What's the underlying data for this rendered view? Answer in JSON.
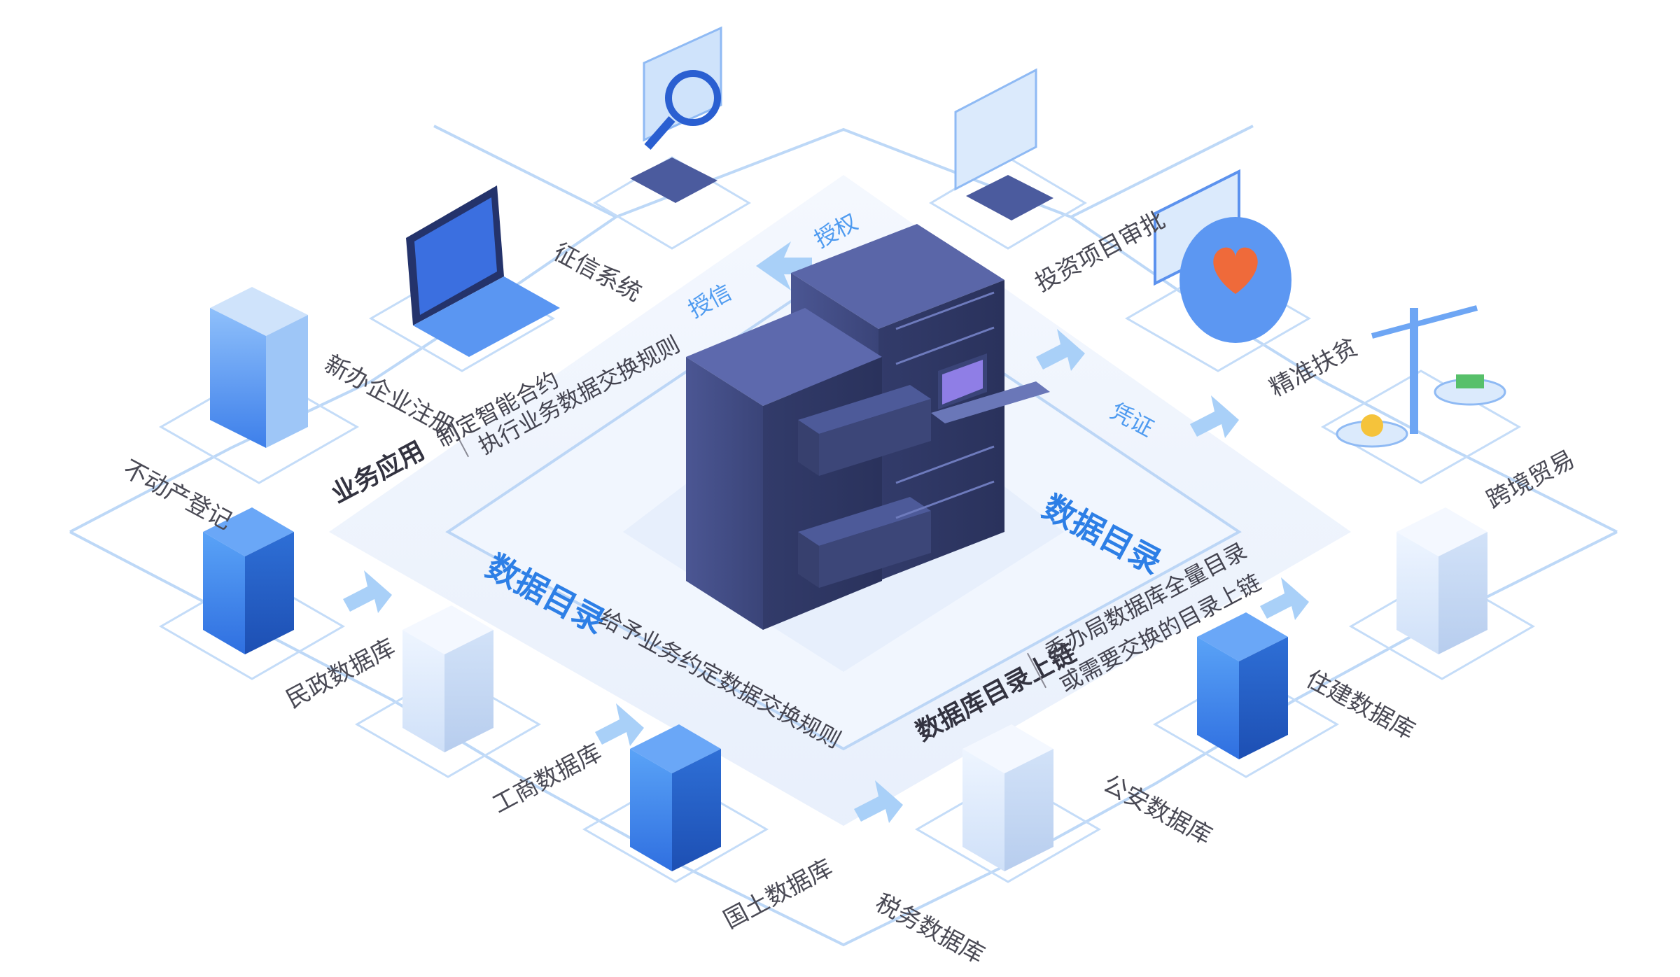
{
  "nodes": {
    "zhengxin": "征信系统",
    "touzi": "投资项目审批",
    "xinban": "新办企业注册",
    "jingzhun": "精准扶贫",
    "budongchan": "不动产登记",
    "kuajing": "跨境贸易",
    "minzheng": "民政数据库",
    "zhujian": "住建数据库",
    "gongshang": "工商数据库",
    "gongan": "公安数据库",
    "guotu": "国土数据库",
    "shuiwu": "税务数据库"
  },
  "flow": {
    "shouxin": "授信",
    "shouquan": "授权",
    "pingzheng": "凭证"
  },
  "business": {
    "title": "业务应用",
    "line1": "制定智能合约",
    "line2": "执行业务数据交换规则"
  },
  "catalog": {
    "title_left": "数据目录",
    "title_right": "数据目录",
    "rule_a": "给予业务约定",
    "rule_b": "数据交换规则"
  },
  "upchain": {
    "title": "数据库目录上链",
    "line1": "委办局数据库全量目录",
    "line2": "或需要交换的目录上链"
  },
  "colors": {
    "line": "#b9d7f7",
    "accent_blue": "#2d7fe6",
    "server_dark": "#3f4a7e",
    "db_blue": "#3e86ee",
    "db_light": "#d7e6fb"
  },
  "icons": {
    "center": "server-rack-icon",
    "db": "database-server-icon",
    "laptop": "laptop-lock-icon",
    "building": "office-building-icon",
    "magnifier": "magnifier-document-icon",
    "invest": "finance-document-icon",
    "heart": "heart-id-card-icon",
    "scale": "balance-scale-icon"
  }
}
